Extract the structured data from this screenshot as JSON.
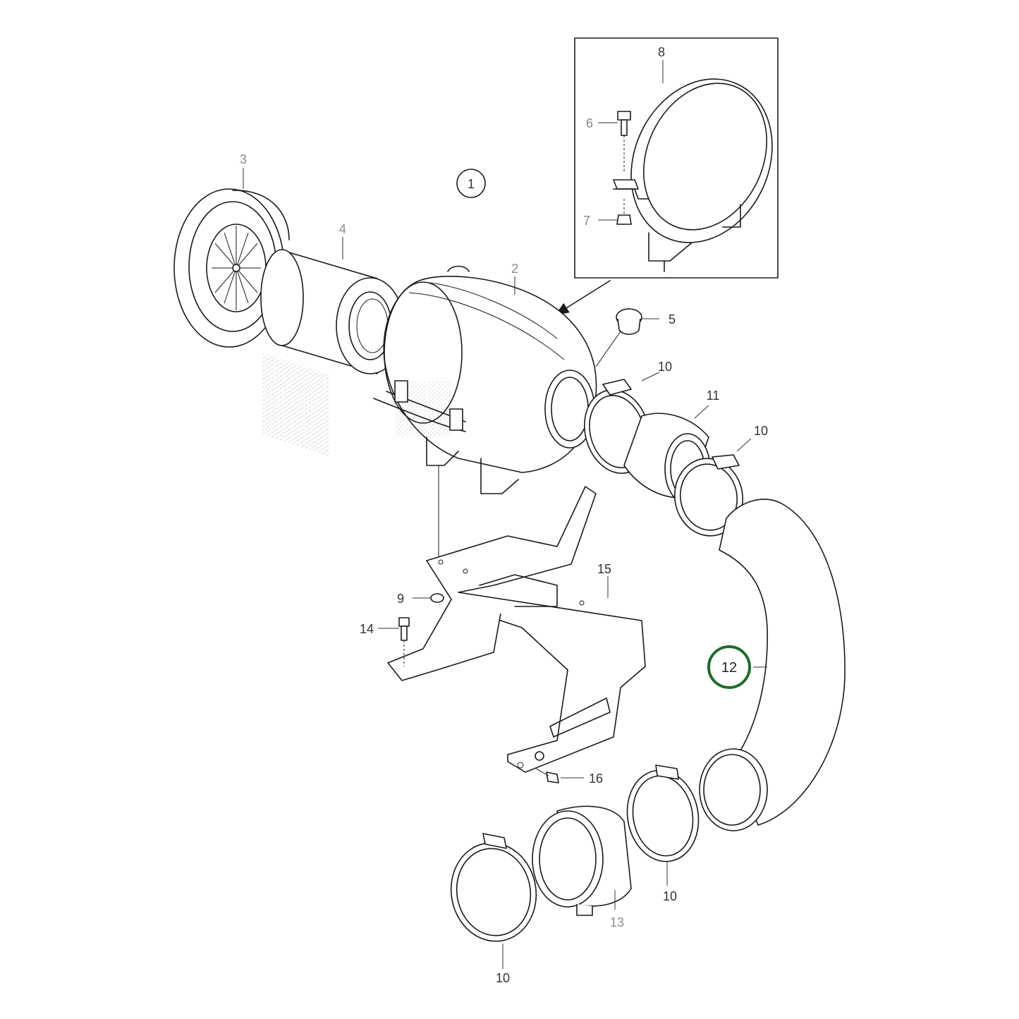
{
  "diagram": {
    "highlight_color": "#1f6b2a",
    "group_marker": "1",
    "callouts": [
      {
        "id": "c2",
        "text": "2"
      },
      {
        "id": "c3",
        "text": "3"
      },
      {
        "id": "c4",
        "text": "4"
      },
      {
        "id": "c5",
        "text": "5"
      },
      {
        "id": "c6",
        "text": "6"
      },
      {
        "id": "c7",
        "text": "7"
      },
      {
        "id": "c8",
        "text": "8"
      },
      {
        "id": "c9",
        "text": "9"
      },
      {
        "id": "c10a",
        "text": "10"
      },
      {
        "id": "c10b",
        "text": "10"
      },
      {
        "id": "c10c",
        "text": "10"
      },
      {
        "id": "c10d",
        "text": "10"
      },
      {
        "id": "c11",
        "text": "11"
      },
      {
        "id": "c12",
        "text": "12"
      },
      {
        "id": "c13",
        "text": "13"
      },
      {
        "id": "c14",
        "text": "14"
      },
      {
        "id": "c15",
        "text": "15"
      },
      {
        "id": "c16",
        "text": "16"
      }
    ]
  }
}
